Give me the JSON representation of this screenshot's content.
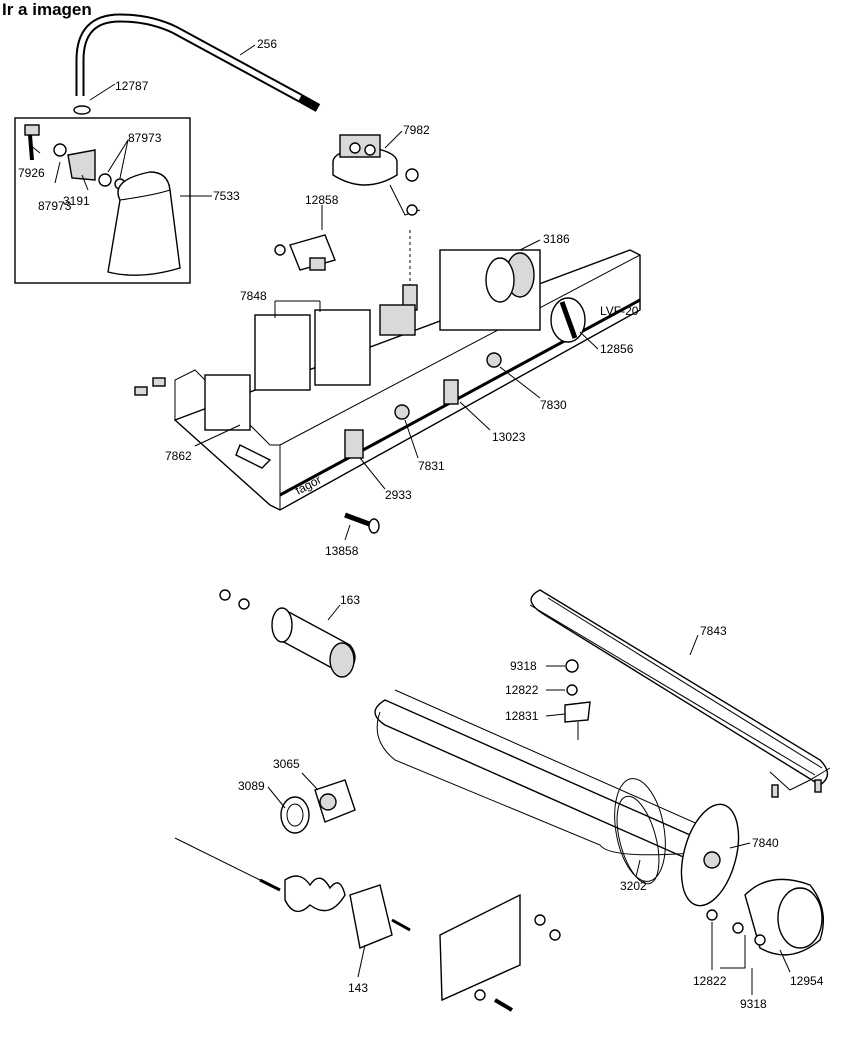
{
  "nav": {
    "back_link": "Ir a imagen"
  },
  "branding": {
    "logo_text": "LVF-20",
    "brand_text": "fagor"
  },
  "callouts": {
    "p256": "256",
    "p12787": "12787",
    "p7926": "7926",
    "p87973a": "87973",
    "p87973b": "87973",
    "p3191": "3191",
    "p7533": "7533",
    "p7982": "7982",
    "p12858": "12858",
    "p3186": "3186",
    "p7848": "7848",
    "p12856": "12856",
    "p7830": "7830",
    "p13023": "13023",
    "p7862": "7862",
    "p7831": "7831",
    "p2933": "2933",
    "p13858": "13858",
    "p163": "163",
    "p7843": "7843",
    "p9318a": "9318",
    "p12822a": "12822",
    "p12831": "12831",
    "p3065": "3065",
    "p3089": "3089",
    "p7840": "7840",
    "p3202": "3202",
    "p143": "143",
    "p12954": "12954",
    "p12822b": "12822",
    "p9318b": "9318"
  }
}
